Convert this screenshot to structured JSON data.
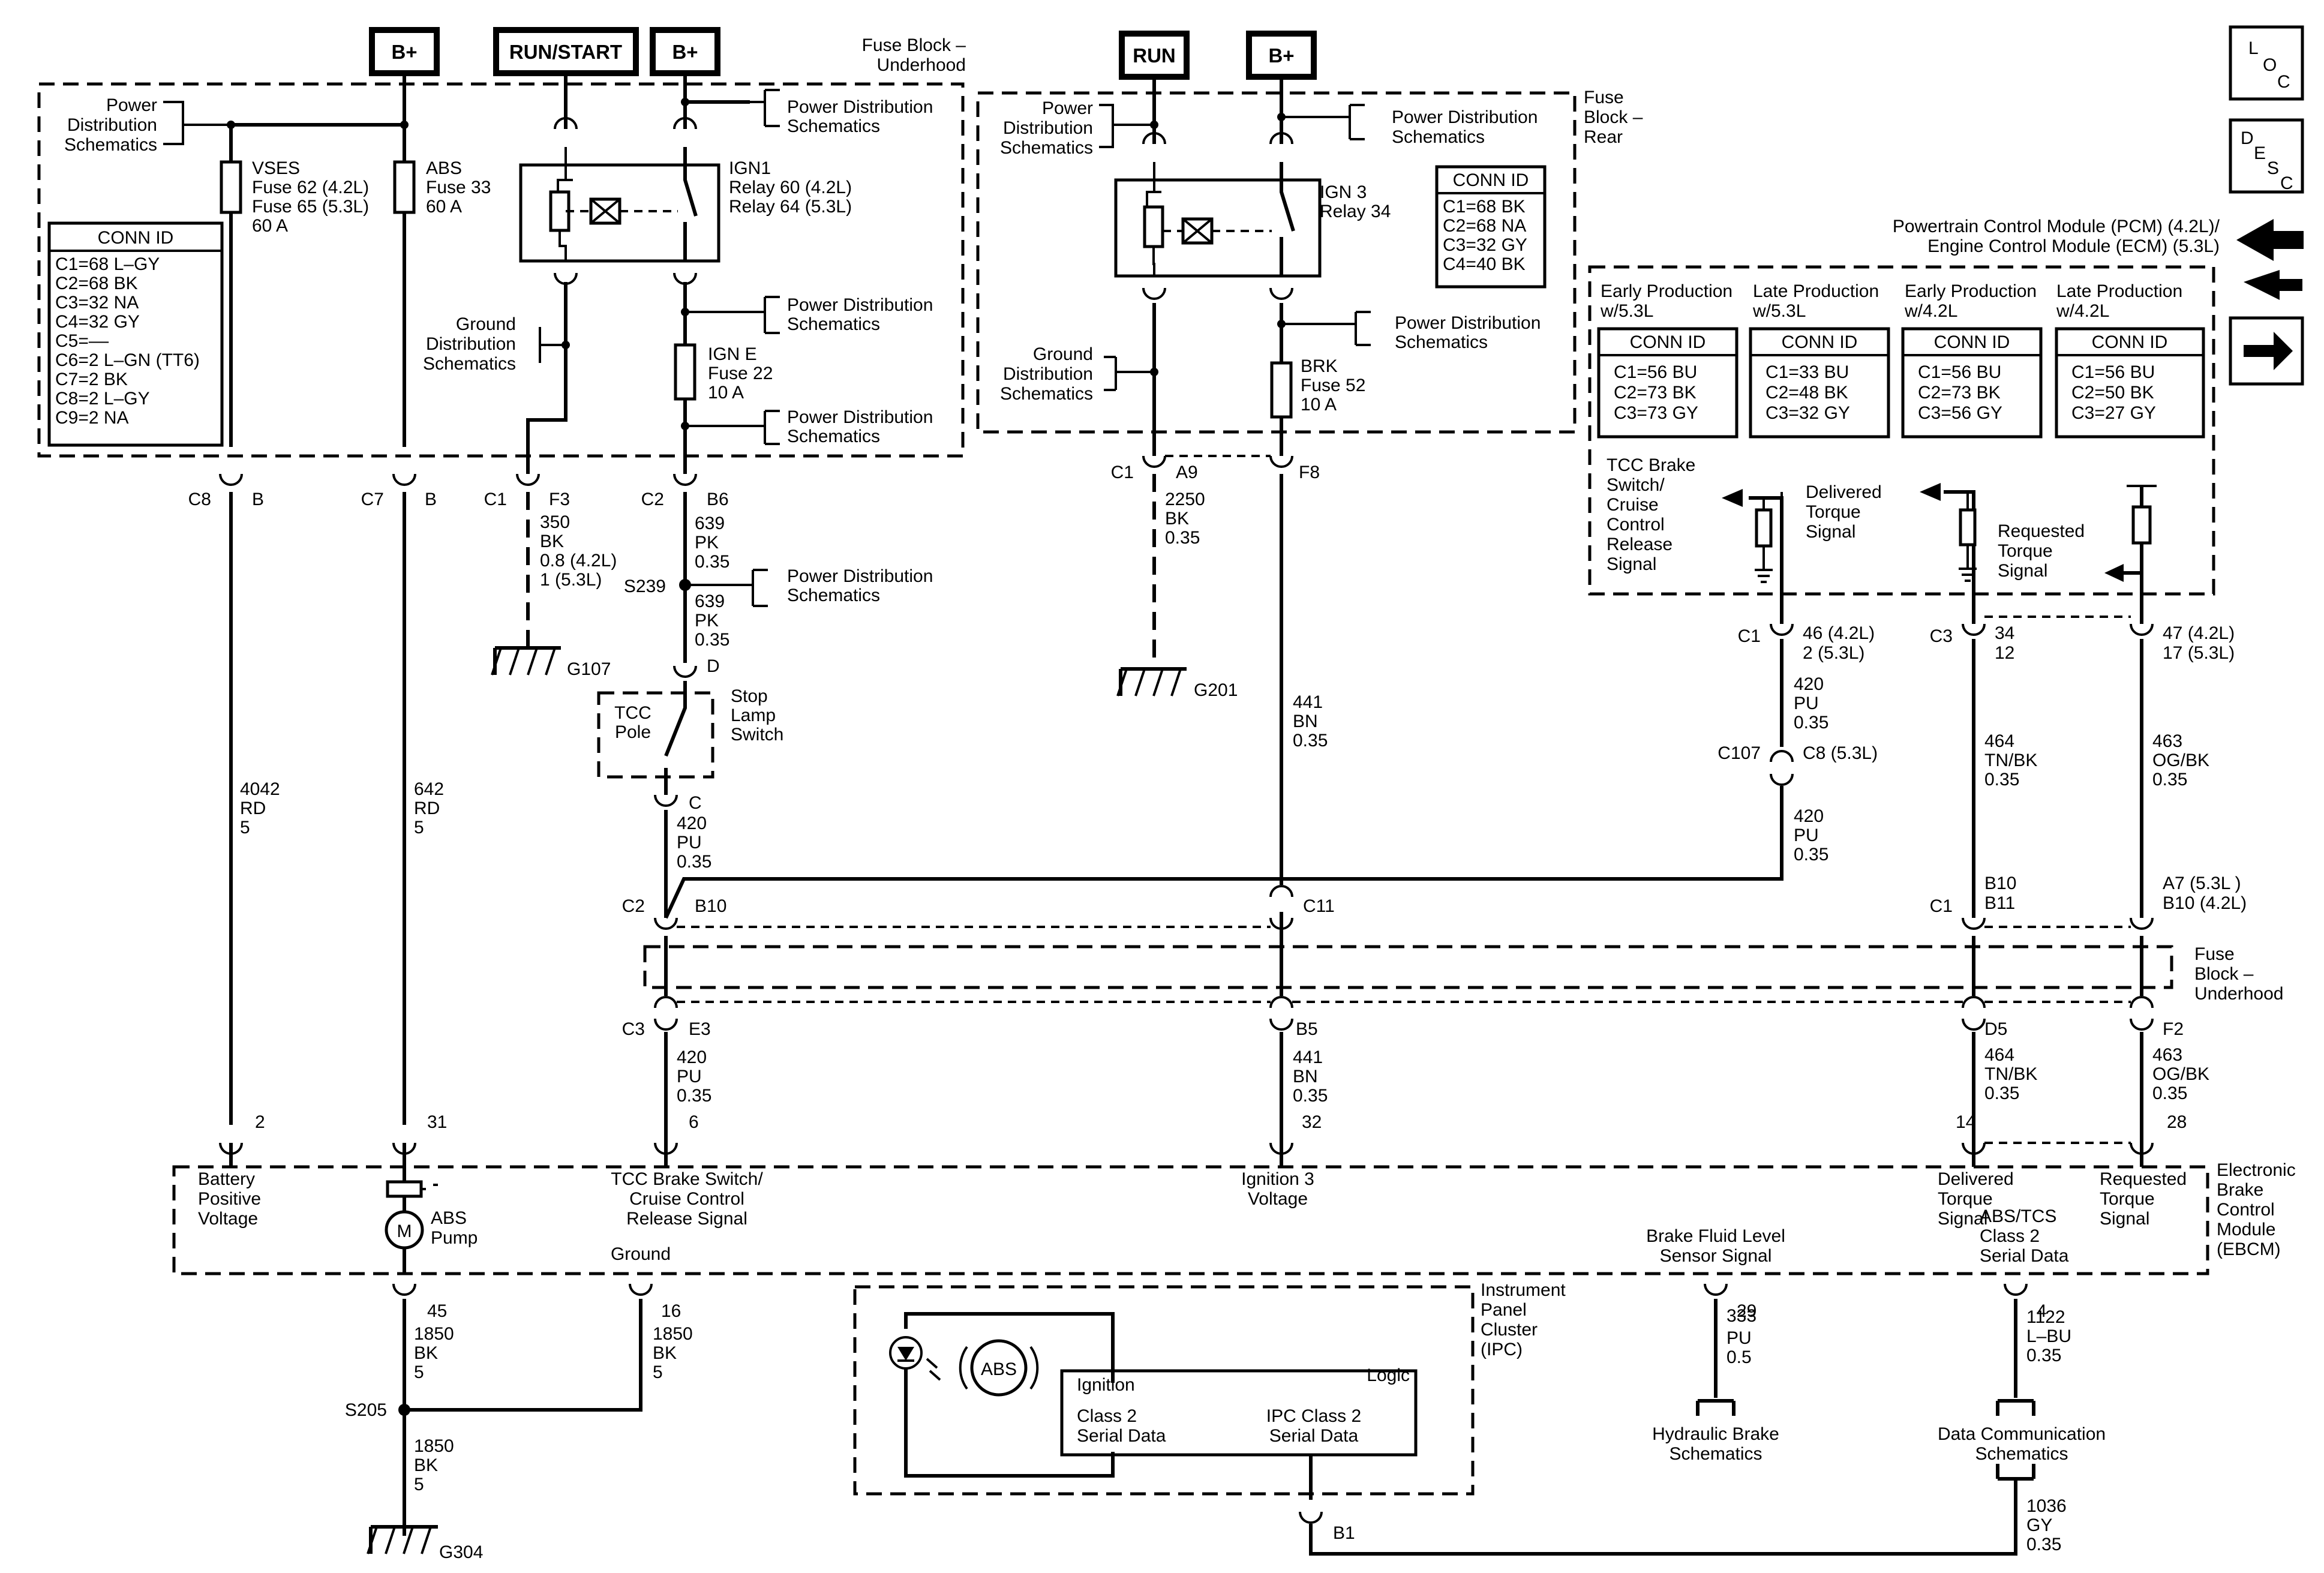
{
  "power": {
    "bplus_1": "B+",
    "run_start": "RUN/START",
    "bplus_2": "B+",
    "run": "RUN",
    "bplus_3": "B+"
  },
  "nav_icons": {
    "loc": [
      "L",
      "O",
      "C"
    ],
    "desc": [
      "D",
      "E",
      "S",
      "C"
    ]
  },
  "fuse_block_underhood": {
    "title": [
      "Fuse Block –",
      "Underhood"
    ],
    "power_dist_1": [
      "Power",
      "Distribution",
      "Schematics"
    ],
    "vses": [
      "VSES",
      "Fuse 62 (4.2L)",
      "Fuse 65 (5.3L)",
      "60 A"
    ],
    "abs": [
      "ABS",
      "Fuse 33",
      "60 A"
    ],
    "ign1": [
      "IGN1",
      "Relay 60 (4.2L)",
      "Relay 64 (5.3L)"
    ],
    "power_dist_2": [
      "Power Distribution",
      "Schematics"
    ],
    "ground_dist": [
      "Ground",
      "Distribution",
      "Schematics"
    ],
    "power_dist_3": [
      "Power Distribution",
      "Schematics"
    ],
    "ign_e": [
      "IGN E",
      "Fuse 22",
      "10 A"
    ],
    "power_dist_4": [
      "Power Distribution",
      "Schematics"
    ],
    "conn_title": "CONN ID",
    "conn_rows": [
      "C1=68 L–GY",
      "C2=68 BK",
      "C3=32 NA",
      "C4=32 GY",
      "C5=––",
      "C6=2 L–GN (TT6)",
      "C7=2 BK",
      "C8=2 L–GY",
      "C9=2 NA"
    ]
  },
  "fuse_block_rear": {
    "title": [
      "Fuse",
      "Block –",
      "Rear"
    ],
    "power_dist_1": [
      "Power",
      "Distribution",
      "Schematics"
    ],
    "power_dist_2": [
      "Power Distribution",
      "Schematics"
    ],
    "ign3": [
      "IGN 3",
      "Relay 34"
    ],
    "conn_title": "CONN ID",
    "conn_rows": [
      "C1=68 BK",
      "C2=68 NA",
      "C3=32 GY",
      "C4=40 BK"
    ],
    "ground_dist": [
      "Ground",
      "Distribution",
      "Schematics"
    ],
    "power_dist_3": [
      "Power Distribution",
      "Schematics"
    ],
    "brk": [
      "BRK",
      "Fuse 52",
      "10 A"
    ]
  },
  "pcm": {
    "title": [
      "Powertrain Control Module (PCM) (4.2L)/",
      "Engine Control Module (ECM) (5.3L)"
    ],
    "variants": [
      {
        "heading": [
          "Early Production",
          "w/5.3L"
        ],
        "conn_title": "CONN ID",
        "rows": [
          "C1=56 BU",
          "C2=73 BK",
          "C3=73 GY"
        ]
      },
      {
        "heading": [
          "Late Production",
          "w/5.3L"
        ],
        "conn_title": "CONN ID",
        "rows": [
          "C1=33 BU",
          "C2=48 BK",
          "C3=32 GY"
        ]
      },
      {
        "heading": [
          "Early Production",
          "w/4.2L"
        ],
        "conn_title": "CONN ID",
        "rows": [
          "C1=56 BU",
          "C2=73 BK",
          "C3=56 GY"
        ]
      },
      {
        "heading": [
          "Late Production",
          "w/4.2L"
        ],
        "conn_title": "CONN ID",
        "rows": [
          "C1=56 BU",
          "C2=50 BK",
          "C3=27 GY"
        ]
      }
    ],
    "tcc_brake": [
      "TCC Brake",
      "Switch/",
      "Cruise",
      "Control",
      "Release",
      "Signal"
    ],
    "delivered": [
      "Delivered",
      "Torque",
      "Signal"
    ],
    "requested": [
      "Requested",
      "Torque",
      "Signal"
    ]
  },
  "connectors": {
    "c8": "C8",
    "c8_pin": "B",
    "c7": "C7",
    "c7_pin": "B",
    "c1_f3": "C1",
    "f3": "F3",
    "c2_b6": "C2",
    "b6": "B6",
    "s239": "S239",
    "pin_d": "D",
    "pin_c": "C",
    "c1_a9": "C1",
    "a9": "A9",
    "f8": "F8",
    "g107": "G107",
    "g201": "G201",
    "pcm_c1": "C1",
    "pcm_c1_pins": [
      "46 (4.2L)",
      "2 (5.3L)"
    ],
    "pcm_c3": "C3",
    "pcm_c3_pins": [
      "34",
      "12"
    ],
    "pcm_c3b_pins": [
      "47 (4.2L)",
      "17 (5.3L)"
    ],
    "c107": "C107",
    "c8_53": "C8 (5.3L)",
    "c2_b10": "C2",
    "b10": "B10",
    "c11": "C11",
    "c1_b10": "C1",
    "b10_b11": [
      "B10",
      "B11"
    ],
    "a7_b10": [
      "A7 (5.3L )",
      "B10 (4.2L)"
    ],
    "c3_e3": "C3",
    "e3": "E3",
    "b5": "B5",
    "d5": "D5",
    "f2": "F2",
    "pin_2": "2",
    "pin_31": "31",
    "pin_6": "6",
    "pin_32": "32",
    "pin_14": "14",
    "pin_28": "28",
    "pin_45": "45",
    "pin_16": "16",
    "pin_29": "29",
    "pin_4": "4",
    "s205": "S205",
    "g304": "G304",
    "b1": "B1"
  },
  "wires": {
    "f3": [
      "350",
      "BK",
      "0.8 (4.2L)",
      "1 (5.3L)"
    ],
    "b6_a": [
      "639",
      "PK",
      "0.35"
    ],
    "b6_b": [
      "639",
      "PK",
      "0.35"
    ],
    "a9": [
      "2250",
      "BK",
      "0.35"
    ],
    "w4042": [
      "4042",
      "RD",
      "5"
    ],
    "w642": [
      "642",
      "RD",
      "5"
    ],
    "w420_a": [
      "420",
      "PU",
      "0.35"
    ],
    "w441_a": [
      "441",
      "BN",
      "0.35"
    ],
    "w420_b": [
      "420",
      "PU",
      "0.35"
    ],
    "w420_c": [
      "420",
      "PU",
      "0.35"
    ],
    "w464_a": [
      "464",
      "TN/BK",
      "0.35"
    ],
    "w463_a": [
      "463",
      "OG/BK",
      "0.35"
    ],
    "w420_d": [
      "420",
      "PU",
      "0.35"
    ],
    "w441_b": [
      "441",
      "BN",
      "0.35"
    ],
    "w464_b": [
      "464",
      "TN/BK",
      "0.35"
    ],
    "w463_b": [
      "463",
      "OG/BK",
      "0.35"
    ],
    "w1850_a": [
      "1850",
      "BK",
      "5"
    ],
    "w1850_b": [
      "1850",
      "BK",
      "5"
    ],
    "w1850_c": [
      "1850",
      "BK",
      "5"
    ],
    "w333": [
      "333",
      "PU",
      "0.5"
    ],
    "w1122": [
      "1122",
      "L–BU",
      "0.35"
    ],
    "w1036": [
      "1036",
      "GY",
      "0.35"
    ]
  },
  "stop_lamp": {
    "tcc_pole": [
      "TCC",
      "Pole"
    ],
    "switch": [
      "Stop",
      "Lamp",
      "Switch"
    ]
  },
  "fuse_block_underhood_2": [
    "Fuse",
    "Block –",
    "Underhood"
  ],
  "ebcm": {
    "title": [
      "Electronic",
      "Brake",
      "Control",
      "Module",
      "(EBCM)"
    ],
    "battery": [
      "Battery",
      "Positive",
      "Voltage"
    ],
    "abs_pump": [
      "ABS",
      "Pump"
    ],
    "motor": "M",
    "tcc": [
      "TCC Brake Switch/",
      "Cruise Control",
      "Release Signal"
    ],
    "ign3": [
      "Ignition 3",
      "Voltage"
    ],
    "delivered": [
      "Delivered",
      "Torque",
      "Signal"
    ],
    "requested": [
      "Requested",
      "Torque",
      "Signal"
    ],
    "ground": "Ground",
    "brake_fluid": [
      "Brake Fluid Level",
      "Sensor Signal"
    ],
    "abs_tcs": [
      "ABS/TCS",
      "Class 2",
      "Serial Data"
    ]
  },
  "ipc": {
    "title": [
      "Instrument",
      "Panel",
      "Cluster",
      "(IPC)"
    ],
    "abs_lamp": "ABS",
    "ignition": "Ignition",
    "logic": "Logic",
    "class2": [
      "Class 2",
      "Serial Data"
    ],
    "ipc_class2": [
      "IPC Class 2",
      "Serial Data"
    ]
  },
  "references": {
    "hydraulic": [
      "Hydraulic Brake",
      "Schematics"
    ],
    "datacomm": [
      "Data Communication",
      "Schematics"
    ]
  }
}
